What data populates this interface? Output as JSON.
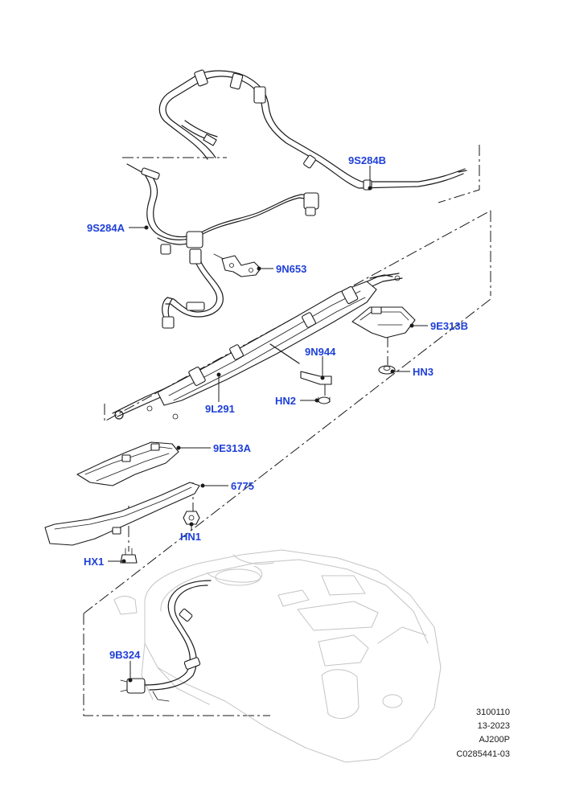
{
  "callouts": {
    "c_9S284B": "9S284B",
    "c_9S284A": "9S284A",
    "c_9N653": "9N653",
    "c_9E313B": "9E313B",
    "c_9N944": "9N944",
    "c_HN3": "HN3",
    "c_HN2": "HN2",
    "c_9L291": "9L291",
    "c_9E313A": "9E313A",
    "c_6775": "6775",
    "c_HN1": "HN1",
    "c_HX1": "HX1",
    "c_9B324": "9B324"
  },
  "reference": {
    "line1": "3100110",
    "line2": "13-2023",
    "line3": "AJ200P",
    "line4": "C0285441-03"
  },
  "colors": {
    "callout_text": "#1e3fd8",
    "line_art": "#1a1a1a",
    "faded_tank": "#c4c4c4",
    "highlight_line": "#d42020"
  }
}
